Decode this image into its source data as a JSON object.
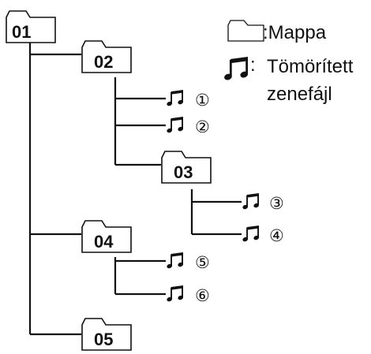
{
  "folders": {
    "f01": "01",
    "f02": "02",
    "f03": "03",
    "f04": "04",
    "f05": "05"
  },
  "files": {
    "t1": "①",
    "t2": "②",
    "t3": "③",
    "t4": "④",
    "t5": "⑤",
    "t6": "⑥"
  },
  "legend": {
    "folder_label": ":Mappa",
    "colon": ":",
    "file_label_line1": "Tömörített",
    "file_label_line2": "zenefájl"
  },
  "colors": {
    "line": "#111111",
    "folder_fill": "#ffffff",
    "text": "#111111"
  },
  "icons": {
    "folder": "folder-icon",
    "music_file": "music-note-icon"
  }
}
